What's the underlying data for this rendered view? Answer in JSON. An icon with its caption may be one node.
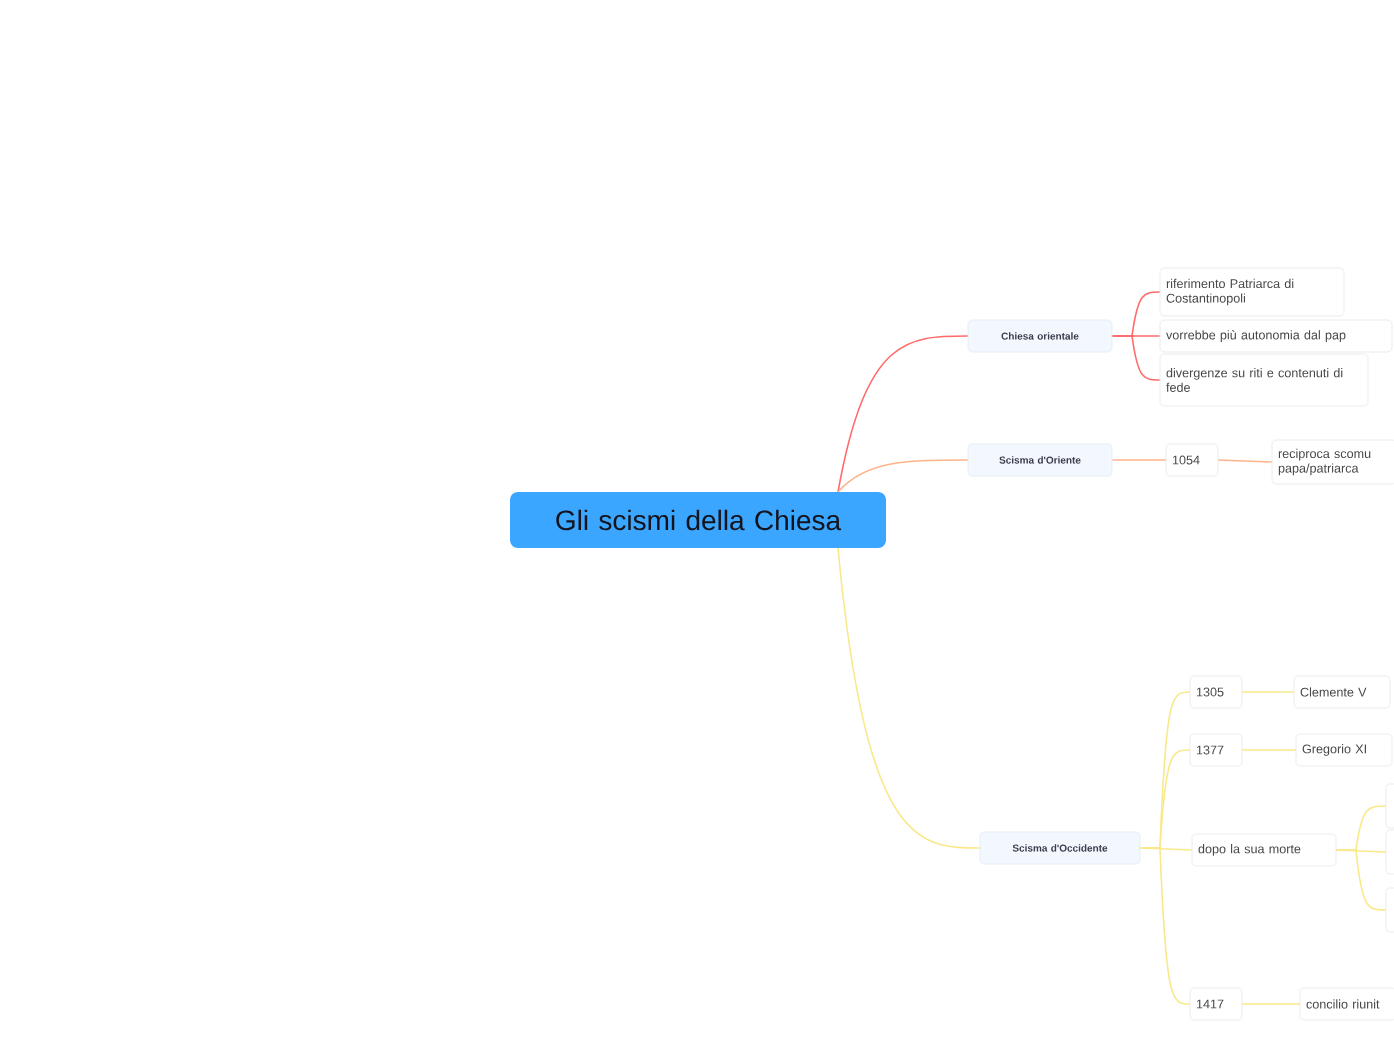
{
  "diagram": {
    "nodes": [
      {
        "text": [
          "Gli scismi della Chiesa"
        ]
      },
      {
        "text": [
          "Chiesa orientale"
        ]
      },
      {
        "text": [
          "riferimento Patriarca di Costantinopoli"
        ]
      },
      {
        "text": [
          "vorrebbe più autonomia dal pap"
        ]
      },
      {
        "text": [
          "divergenze su riti e contenuti di fede"
        ]
      },
      {
        "text": [
          "Scisma d'Oriente"
        ]
      },
      {
        "text": [
          "1054"
        ]
      },
      {
        "text": [
          "reciproca scomu papa/patriarca"
        ]
      },
      {
        "text": [
          "Scisma d'Occidente"
        ]
      },
      {
        "text": [
          "1305"
        ]
      },
      {
        "text": [
          "Clemente V"
        ]
      },
      {
        "text": [
          "1377"
        ]
      },
      {
        "text": [
          "Gregorio XI"
        ]
      },
      {
        "text": [
          "dopo la sua morte"
        ]
      },
      {
        "text": [],
        "shape": "box"
      },
      {
        "text": [],
        "shape": "box"
      },
      {
        "text": [],
        "shape": "box"
      },
      {
        "text": [
          "1417"
        ]
      },
      {
        "text": [
          "concilio riunit"
        ]
      }
    ],
    "edges": [
      {
        "from": 0,
        "to": 1,
        "arrow": "none",
        "color": "#ff6b6b"
      },
      {
        "from": 1,
        "to": 2,
        "arrow": "none",
        "color": "#ff6b6b"
      },
      {
        "from": 1,
        "to": 3,
        "arrow": "none",
        "color": "#ff6b6b"
      },
      {
        "from": 1,
        "to": 4,
        "arrow": "none",
        "color": "#ff6b6b"
      },
      {
        "from": 0,
        "to": 5,
        "arrow": "none",
        "color": "#ffb38a"
      },
      {
        "from": 5,
        "to": 6,
        "arrow": "none",
        "color": "#ffb38a"
      },
      {
        "from": 6,
        "to": 7,
        "arrow": "none",
        "color": "#ffb38a"
      },
      {
        "from": 0,
        "to": 8,
        "arrow": "none"
      },
      {
        "from": 8,
        "to": 9,
        "arrow": "none"
      },
      {
        "from": 9,
        "to": 10,
        "arrow": "none"
      },
      {
        "from": 8,
        "to": 11,
        "arrow": "none"
      },
      {
        "from": 11,
        "to": 12,
        "arrow": "none"
      },
      {
        "from": 8,
        "to": 13,
        "arrow": "none"
      },
      {
        "from": 13,
        "to": 14,
        "arrow": "none"
      },
      {
        "from": 13,
        "to": 15,
        "arrow": "none"
      },
      {
        "from": 13,
        "to": 16,
        "arrow": "none"
      },
      {
        "from": 8,
        "to": 17,
        "arrow": "none"
      },
      {
        "from": 17,
        "to": 18,
        "arrow": "none"
      }
    ]
  }
}
